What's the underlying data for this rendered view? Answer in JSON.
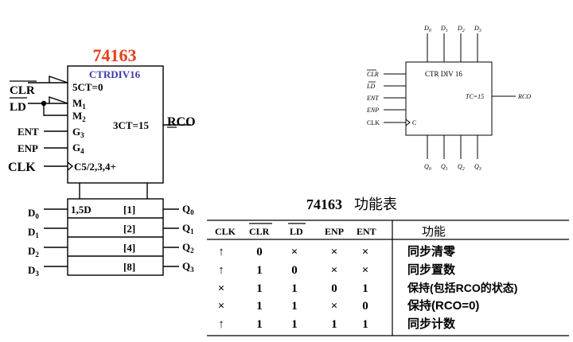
{
  "left_symbol": {
    "title": "74163",
    "title_color": "#e8401c",
    "subtitle": "CTRDIV16",
    "subtitle_color": "#3a3ab0",
    "pins_left": [
      "CLR",
      "LD",
      "ENT",
      "ENP",
      "CLK"
    ],
    "pin_labels": [
      "5CT=0",
      "M",
      "M",
      "G",
      "G",
      "C5/2,3,4+"
    ],
    "pin_subscripts": [
      "1",
      "2",
      "3",
      "4"
    ],
    "output_label": "3CT=15",
    "output_pin": "RCO",
    "data_header": "1,5D",
    "data_weights": [
      "[1]",
      "[2]",
      "[4]",
      "[8]"
    ],
    "data_inputs": [
      "D",
      "D",
      "D",
      "D"
    ],
    "data_outputs": [
      "Q",
      "Q",
      "Q",
      "Q"
    ],
    "index_subscripts": [
      "0",
      "1",
      "2",
      "3"
    ]
  },
  "right_symbol": {
    "title": "CTR DIV 16",
    "top_pins": [
      "D",
      "D",
      "D",
      "D"
    ],
    "bottom_pins": [
      "Q",
      "Q",
      "Q",
      "Q"
    ],
    "index_subscripts": [
      "0",
      "1",
      "2",
      "3"
    ],
    "left_pins": [
      "CLR",
      "LD",
      "ENT",
      "ENP",
      "CLK"
    ],
    "clock_label": "C",
    "tc_label": "TC=15",
    "rco": "RCO"
  },
  "function_table": {
    "title_num": "74163",
    "title_text": "功能表",
    "headers": [
      "CLK",
      "CLR",
      "LD",
      "ENP",
      "ENT",
      "功能"
    ],
    "rows": [
      [
        "↑",
        "0",
        "×",
        "×",
        "×",
        "同步清零"
      ],
      [
        "↑",
        "1",
        "0",
        "×",
        "×",
        "同步置数"
      ],
      [
        "×",
        "1",
        "1",
        "0",
        "1",
        "保持(包括RCO的状态)"
      ],
      [
        "×",
        "1",
        "1",
        "×",
        "0",
        "保持(RCO=0)"
      ],
      [
        "↑",
        "1",
        "1",
        "1",
        "1",
        "同步计数"
      ]
    ]
  }
}
